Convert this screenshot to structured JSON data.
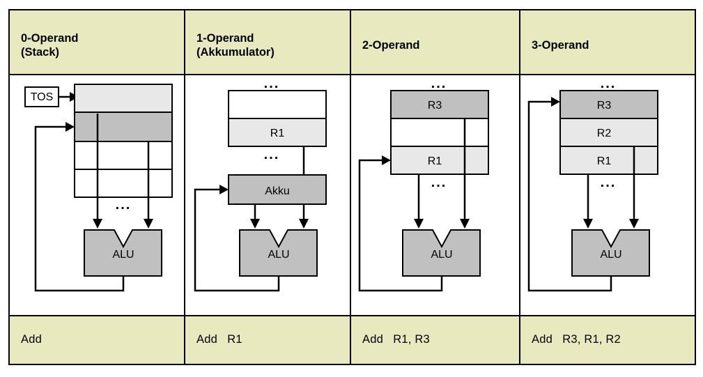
{
  "figure": {
    "title_hidden": "",
    "colors": {
      "header_bg": "#e9e9c0",
      "footer_bg": "#e9e9c0",
      "cell_dark": "#c0c0c0",
      "cell_light": "#e8e8e8",
      "cell_empty": "#ffffff",
      "line": "#000000",
      "page_bg": "#ffffff"
    }
  },
  "columns": [
    {
      "id": "col-0-operand",
      "header": {
        "line1": "0-Operand",
        "line2": "(Stack)"
      },
      "diagram": {
        "kind": "stack-machine",
        "pointer_label": "TOS",
        "ellipsis": "...",
        "alu_label": "ALU",
        "stack_cells": [
          {
            "label": "",
            "fill": "light"
          },
          {
            "label": "",
            "fill": "dark"
          },
          {
            "label": "",
            "fill": "empty"
          },
          {
            "label": "",
            "fill": "empty"
          }
        ]
      },
      "instruction": "Add"
    },
    {
      "id": "col-1-operand",
      "header": {
        "line1": "1-Operand",
        "line2": "(Akkumulator)"
      },
      "diagram": {
        "kind": "accumulator-machine",
        "ellipsis_top": "...",
        "ellipsis_bottom": "...",
        "alu_label": "ALU",
        "accumulator_label": "Akku",
        "register_cells": [
          {
            "label": "",
            "fill": "empty"
          },
          {
            "label": "R1",
            "fill": "light"
          }
        ]
      },
      "instruction": "Add   R1"
    },
    {
      "id": "col-2-operand",
      "header": {
        "line1": "2-Operand",
        "line2": ""
      },
      "diagram": {
        "kind": "two-address-machine",
        "ellipsis_top": "...",
        "ellipsis_bottom": "...",
        "alu_label": "ALU",
        "register_cells": [
          {
            "label": "R3",
            "fill": "dark"
          },
          {
            "label": "",
            "fill": "empty"
          },
          {
            "label": "R1",
            "fill": "light"
          }
        ]
      },
      "instruction": "Add   R1, R3"
    },
    {
      "id": "col-3-operand",
      "header": {
        "line1": "3-Operand",
        "line2": ""
      },
      "diagram": {
        "kind": "three-address-machine",
        "ellipsis_top": "...",
        "ellipsis_bottom": "...",
        "alu_label": "ALU",
        "register_cells": [
          {
            "label": "R3",
            "fill": "dark"
          },
          {
            "label": "R2",
            "fill": "light"
          },
          {
            "label": "R1",
            "fill": "light"
          }
        ]
      },
      "instruction": "Add   R3, R1, R2"
    }
  ]
}
